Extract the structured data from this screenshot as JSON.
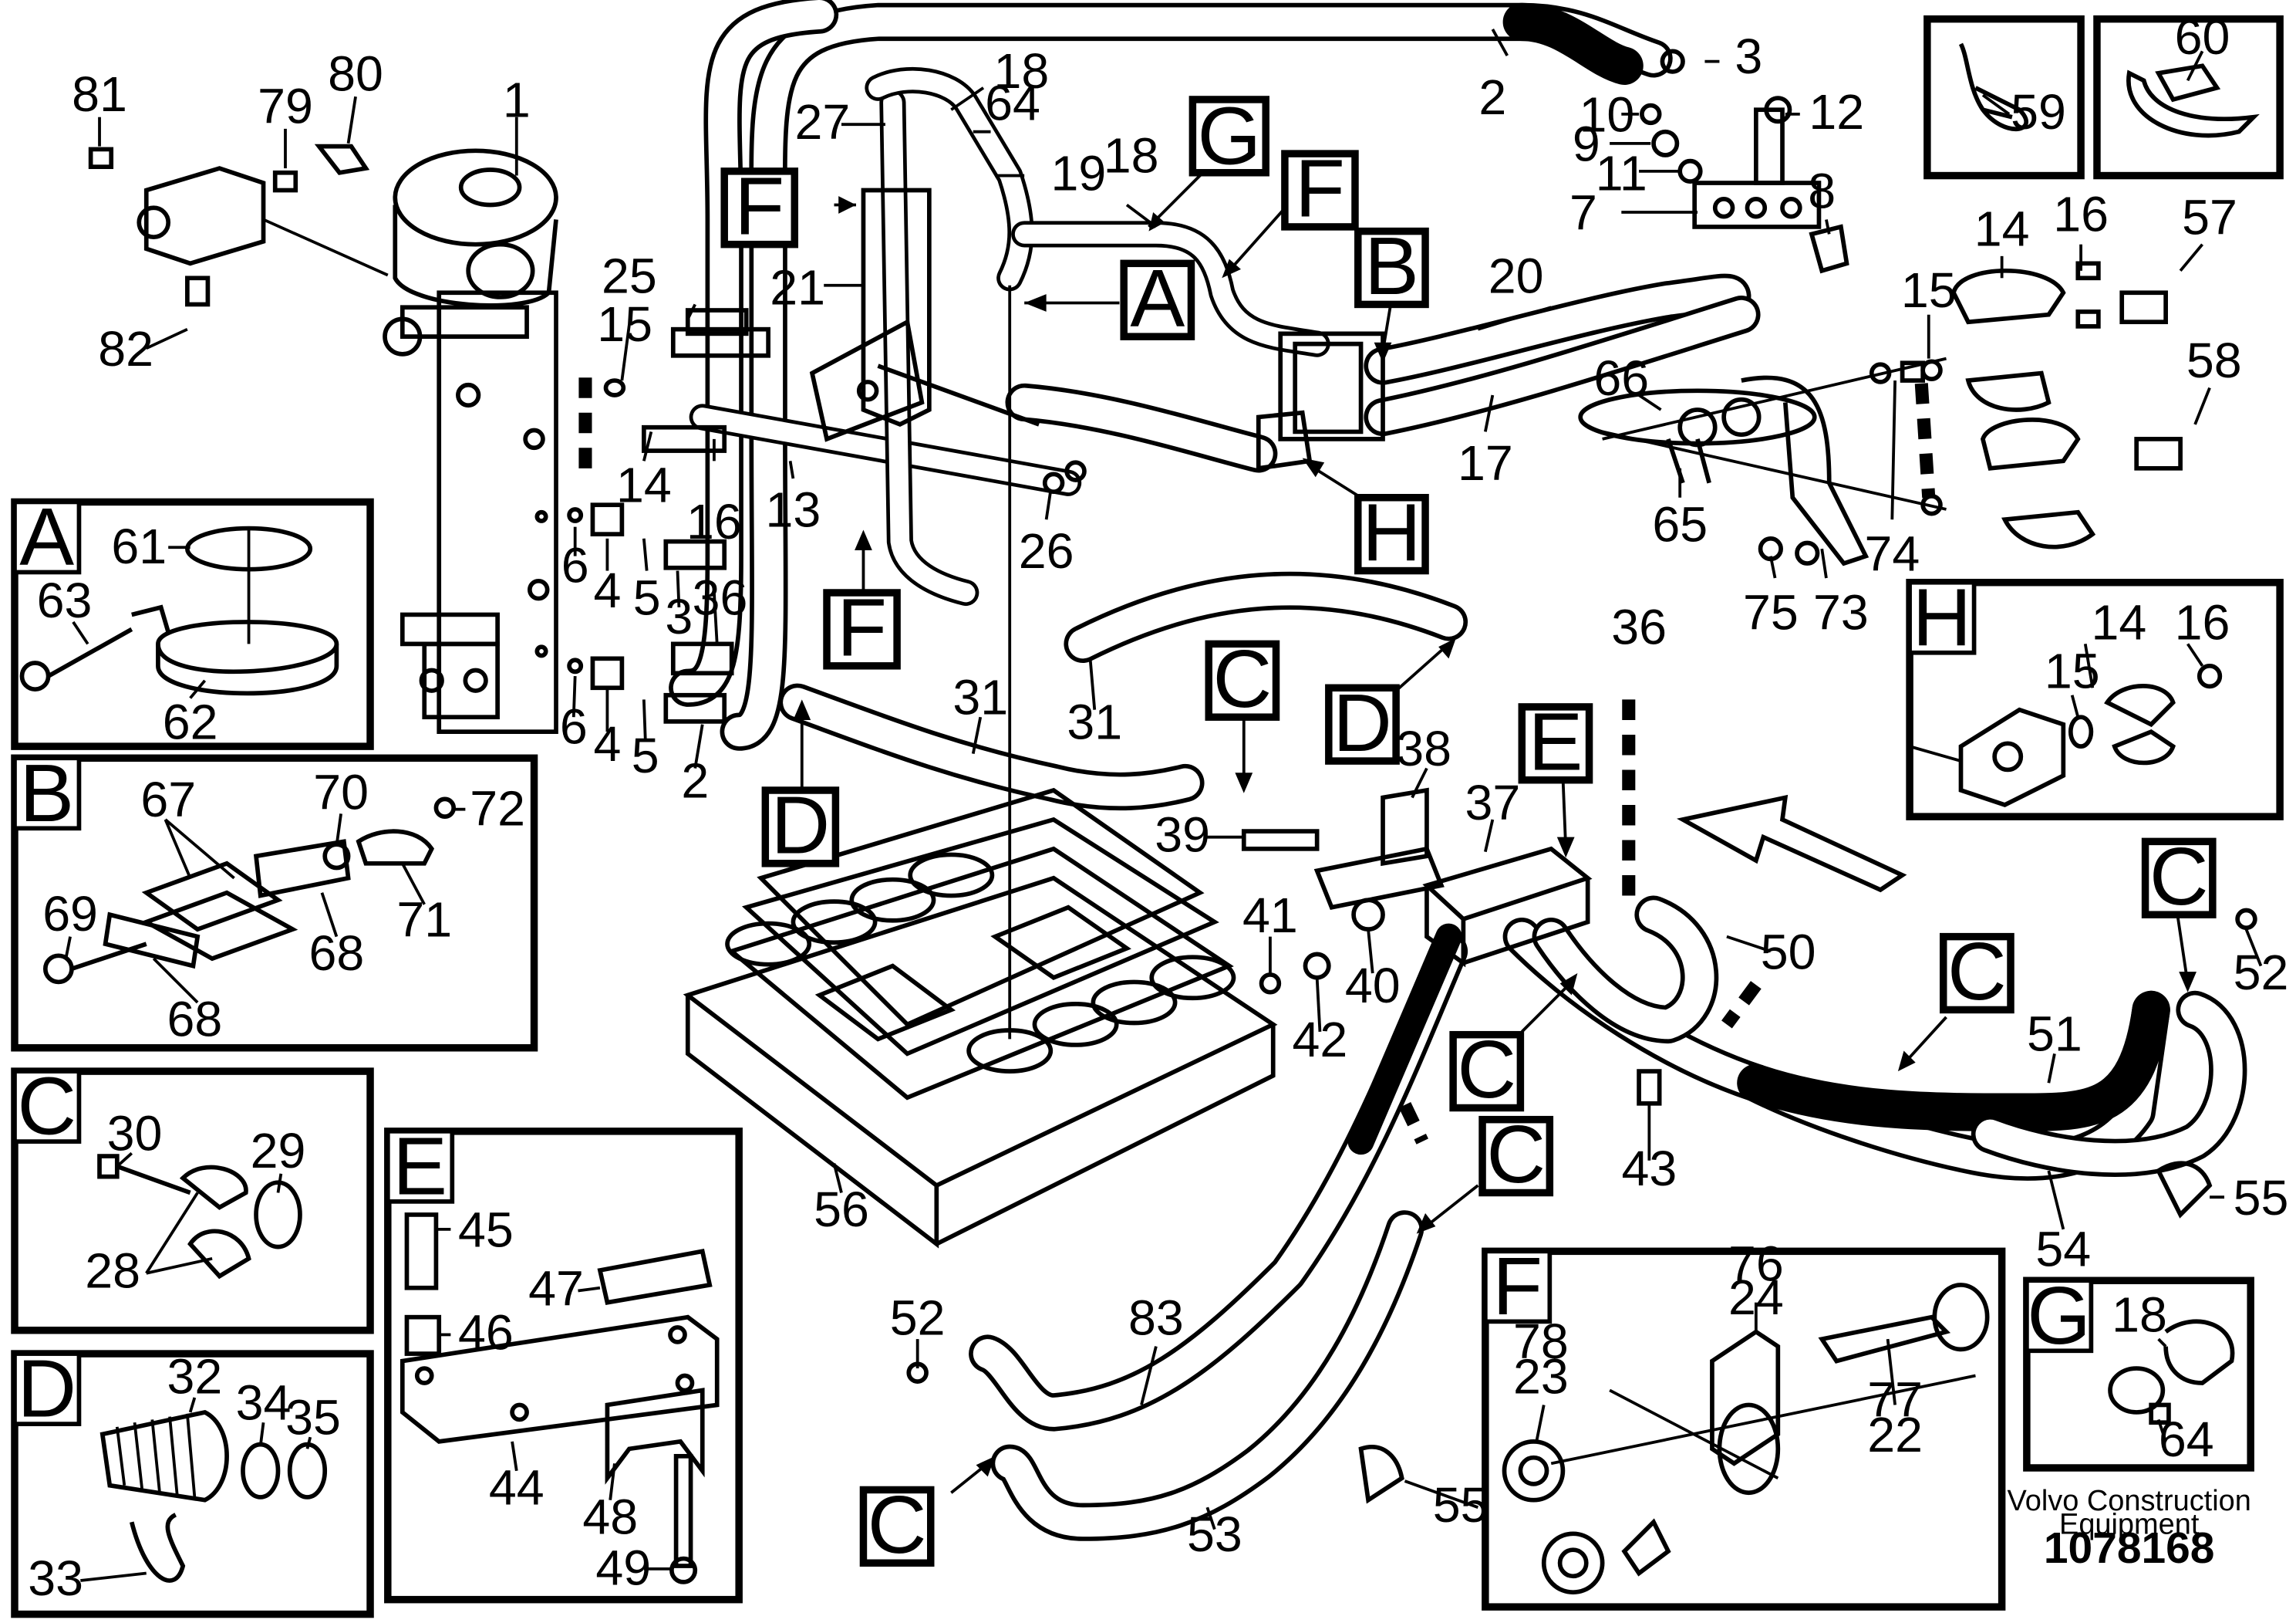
{
  "callouts": {
    "n1": "1",
    "n2": "2",
    "n3": "3",
    "n4": "4",
    "n5": "5",
    "n6": "6",
    "n7": "7",
    "n8": "8",
    "n9": "9",
    "n10": "10",
    "n11": "11",
    "n12": "12",
    "n13": "13",
    "n14": "14",
    "n15": "15",
    "n16": "16",
    "n17": "17",
    "n18": "18",
    "n19": "19",
    "n20": "20",
    "n21": "21",
    "n22": "22",
    "n23": "23",
    "n24": "24",
    "n25": "25",
    "n26": "26",
    "n27": "27",
    "n28": "28",
    "n29": "29",
    "n30": "30",
    "n31": "31",
    "n32": "32",
    "n33": "33",
    "n34": "34",
    "n35": "35",
    "n36": "36",
    "n37": "37",
    "n38": "38",
    "n39": "39",
    "n40": "40",
    "n41": "41",
    "n42": "42",
    "n43": "43",
    "n44": "44",
    "n45": "45",
    "n46": "46",
    "n47": "47",
    "n48": "48",
    "n49": "49",
    "n50": "50",
    "n51": "51",
    "n52": "52",
    "n53": "53",
    "n54": "54",
    "n55": "55",
    "n56": "56",
    "n57": "57",
    "n58": "58",
    "n59": "59",
    "n60": "60",
    "n61": "61",
    "n62": "62",
    "n63": "63",
    "n64": "64",
    "n65": "65",
    "n66": "66",
    "n67": "67",
    "n68": "68",
    "n69": "69",
    "n70": "70",
    "n71": "71",
    "n72": "72",
    "n73": "73",
    "n74": "74",
    "n75": "75",
    "n76": "76",
    "n77": "77",
    "n78": "78",
    "n79": "79",
    "n80": "80",
    "n81": "81",
    "n82": "82",
    "n83": "83"
  },
  "detail_tags": {
    "A": "A",
    "B": "B",
    "C": "C",
    "D": "D",
    "E": "E",
    "F": "F",
    "G": "G",
    "H": "H"
  },
  "credit": {
    "line1": "Volvo Construction",
    "line2": "Equipment",
    "reference_number": "1078168"
  }
}
